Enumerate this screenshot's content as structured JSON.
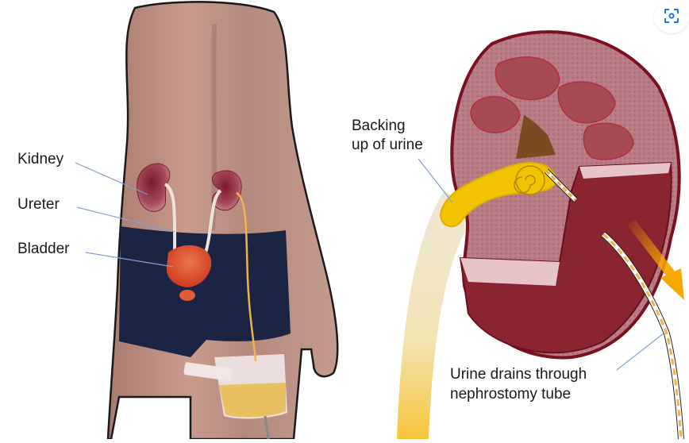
{
  "labels": {
    "kidney": "Kidney",
    "ureter": "Ureter",
    "bladder": "Bladder",
    "backing_up_line1": "Backing",
    "backing_up_line2": "up of urine",
    "drains_line1": "Urine drains through",
    "drains_line2": "nephrostomy tube"
  },
  "toolbar": {
    "visual_search_icon": "lens-icon"
  },
  "colors": {
    "skin": "#b98e82",
    "shorts": "#1c2444",
    "kidney": "#8e2b3a",
    "bladder": "#d84a2c",
    "urine": "#f2c300",
    "tube": "#f0b24a",
    "leader_line": "#7f9fd8",
    "lens_blue": "#1a73e8"
  }
}
